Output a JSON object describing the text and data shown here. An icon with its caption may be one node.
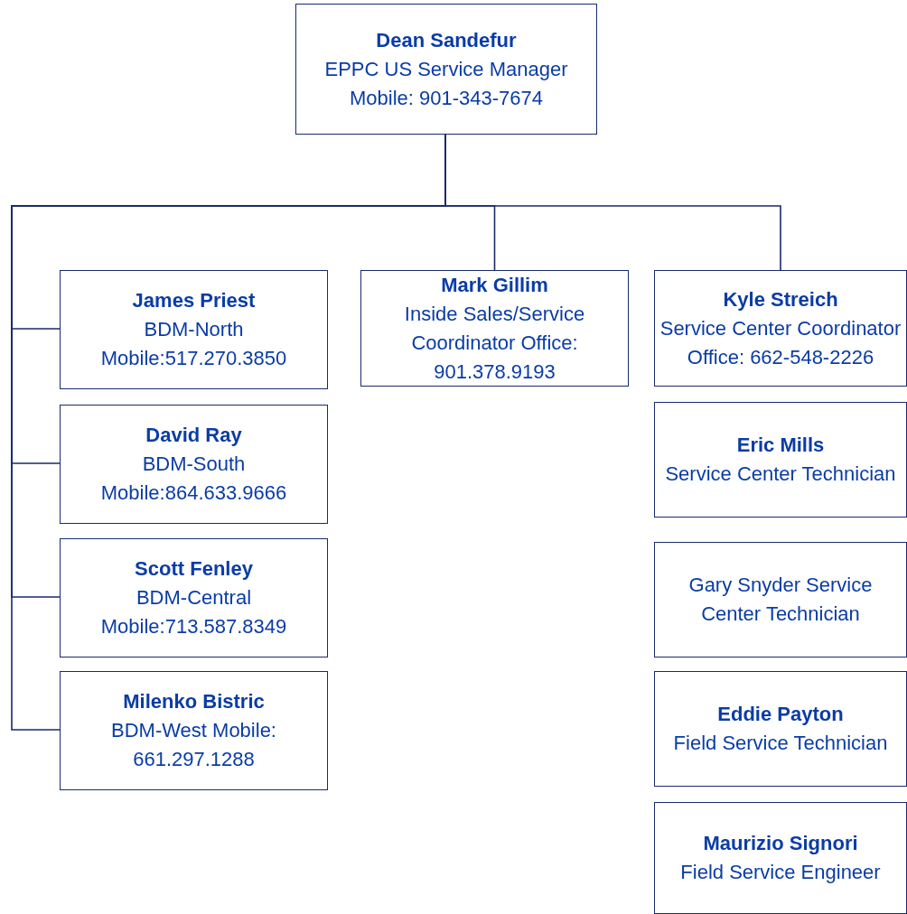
{
  "diagram": {
    "nodes": [
      {
        "text": [
          "Dean Sandefur",
          "EPPC US Service Manager Mobile: 901-343-7674"
        ]
      },
      {
        "text": [
          "James Priest",
          "BDM-North Mobile:517.270.3850"
        ]
      },
      {
        "text": [
          "Mark Gillim",
          "Inside Sales/Service Coordinator Office: 901.378.9193"
        ]
      },
      {
        "text": [
          "Kyle Streich",
          "Service Center Coordinator Office: 662-548-2226"
        ]
      },
      {
        "text": [
          "David Ray",
          "BDM-South Mobile:864.633.9666"
        ]
      },
      {
        "text": [
          "Eric Mills",
          "Service Center Technician"
        ]
      },
      {
        "text": [
          "Gary Snyder Service Center Technician"
        ]
      },
      {
        "text": [
          "Scott Fenley",
          "BDM-Central Mobile:713.587.8349"
        ]
      },
      {
        "text": [
          "Eddie Payton",
          "Field Service Technician"
        ]
      },
      {
        "text": [
          "Milenko Bistric",
          "BDM-West Mobile: 661.297.1288"
        ]
      },
      {
        "text": [
          "Maurizio Signori",
          "Field Service Engineer"
        ]
      }
    ],
    "edges": [
      {
        "from": 0,
        "to": 1,
        "arrow": "none"
      },
      {
        "from": 0,
        "to": 4,
        "arrow": "none"
      },
      {
        "from": 0,
        "to": 7,
        "arrow": "none"
      },
      {
        "from": 0,
        "to": 9,
        "arrow": "none"
      },
      {
        "from": 0,
        "to": 2,
        "arrow": "none"
      },
      {
        "from": 0,
        "to": 3,
        "arrow": "none"
      }
    ]
  }
}
